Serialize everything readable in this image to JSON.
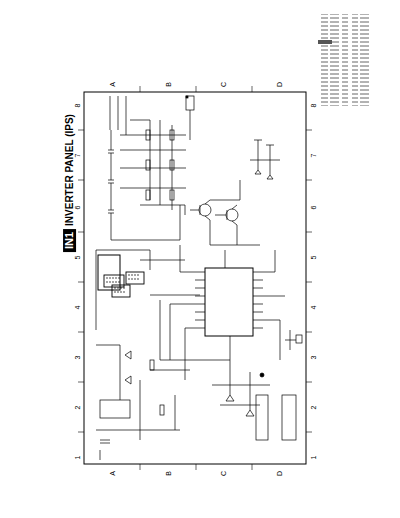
{
  "diagram": {
    "title": "INVERTER PANEL (IPS)",
    "labels": [
      "IN1",
      "8",
      "7",
      "6",
      "5",
      "4",
      "3",
      "2",
      "1",
      "8",
      "7",
      "6",
      "5",
      "4",
      "3",
      "2",
      "1",
      "A",
      "B",
      "C",
      "D",
      "A",
      "B",
      "C",
      "D"
    ]
  }
}
